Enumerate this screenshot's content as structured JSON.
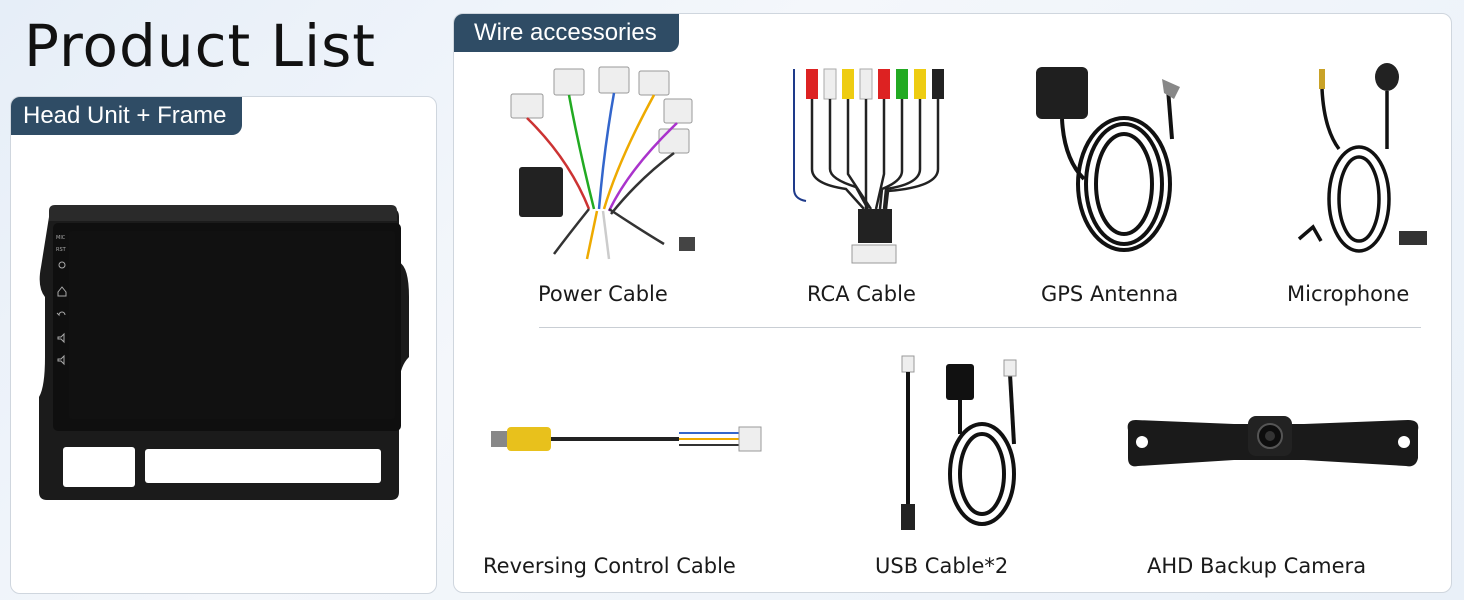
{
  "page": {
    "title": "Product List"
  },
  "head_unit": {
    "tab_label": "Head Unit + Frame",
    "screen_buttons": [
      "MIC",
      "RST"
    ]
  },
  "wire_accessories": {
    "tab_label": "Wire accessories",
    "items": [
      {
        "label": "Power Cable",
        "icon": "power-cable-icon"
      },
      {
        "label": "RCA Cable",
        "icon": "rca-cable-icon"
      },
      {
        "label": "GPS Antenna",
        "icon": "gps-antenna-icon"
      },
      {
        "label": "Microphone",
        "icon": "microphone-icon"
      },
      {
        "label": "Reversing Control Cable",
        "icon": "reversing-cable-icon"
      },
      {
        "label": "USB Cable*2",
        "icon": "usb-cable-icon"
      },
      {
        "label": "AHD Backup Camera",
        "icon": "backup-camera-icon"
      }
    ]
  },
  "colors": {
    "tab_background": "#2f4c65",
    "tab_text": "#ffffff",
    "panel_border": "#cfd6de"
  }
}
